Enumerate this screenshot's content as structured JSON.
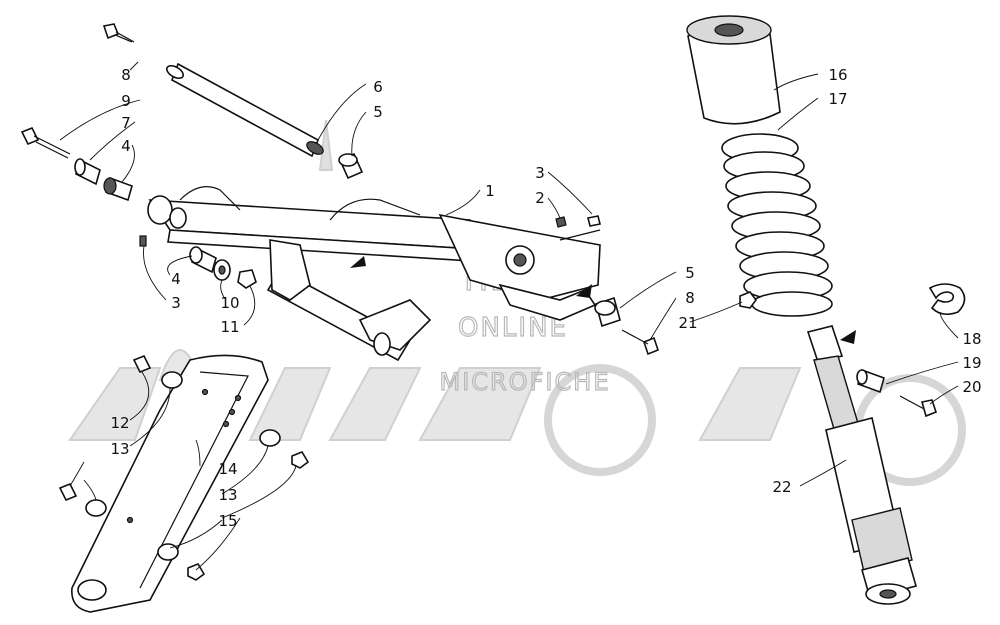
{
  "watermark": {
    "line1": "HLSM",
    "line2": "ONLINE",
    "line3": "MICROFICHE",
    "color": "#b8b8b8"
  },
  "callouts": [
    {
      "label": "8"
    },
    {
      "label": "9"
    },
    {
      "label": "7"
    },
    {
      "label": "4"
    },
    {
      "label": "6"
    },
    {
      "label": "5"
    },
    {
      "label": "1"
    },
    {
      "label": "3"
    },
    {
      "label": "2"
    },
    {
      "label": "4"
    },
    {
      "label": "3"
    },
    {
      "label": "10"
    },
    {
      "label": "11"
    },
    {
      "label": "5"
    },
    {
      "label": "8"
    },
    {
      "label": "21"
    },
    {
      "label": "16"
    },
    {
      "label": "17"
    },
    {
      "label": "18"
    },
    {
      "label": "19"
    },
    {
      "label": "20"
    },
    {
      "label": "22"
    },
    {
      "label": "12"
    },
    {
      "label": "13"
    },
    {
      "label": "14"
    },
    {
      "label": "13"
    },
    {
      "label": "15"
    }
  ]
}
